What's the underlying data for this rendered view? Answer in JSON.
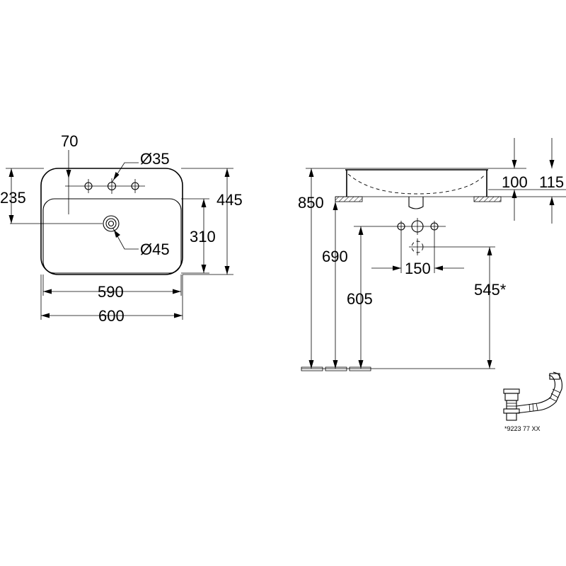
{
  "top_view": {
    "dims": {
      "tap_hole_offset": "70",
      "tap_hole_diameter": "Ø35",
      "depth_235": "235",
      "overall_depth": "445",
      "bowl_depth": "310",
      "waste_diameter": "Ø45",
      "bowl_width": "590",
      "overall_width": "600"
    }
  },
  "side_view": {
    "dims": {
      "height_850": "850",
      "height_690": "690",
      "height_605": "605",
      "height_545": "545*",
      "rim_100": "100",
      "rim_115": "115",
      "tap_spacing": "150"
    }
  },
  "waste_note": "*9223 77 XX"
}
